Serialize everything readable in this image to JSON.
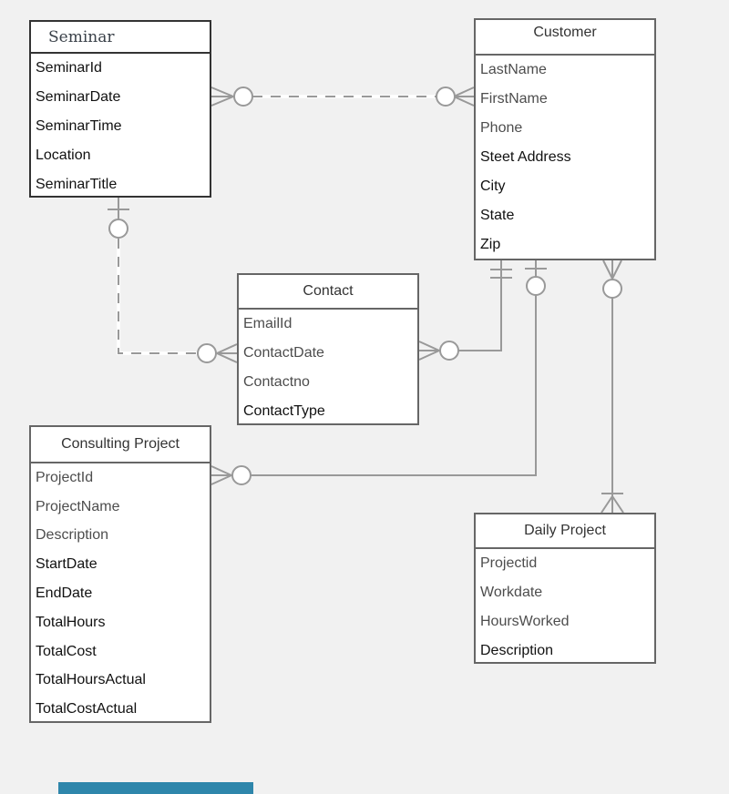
{
  "diagram": {
    "entities": [
      {
        "id": "seminar",
        "title": "Seminar",
        "fields": [
          {
            "label": "SeminarId"
          },
          {
            "label": "SeminarDate"
          },
          {
            "label": "SeminarTime"
          },
          {
            "label": "Location"
          },
          {
            "label": "SeminarTitle"
          }
        ]
      },
      {
        "id": "customer",
        "title": "Customer",
        "fields": [
          {
            "label": "LastName"
          },
          {
            "label": "FirstName"
          },
          {
            "label": "Phone"
          },
          {
            "label": "Steet Address"
          },
          {
            "label": "City"
          },
          {
            "label": "State"
          },
          {
            "label": "Zip"
          }
        ]
      },
      {
        "id": "contact",
        "title": "Contact",
        "fields": [
          {
            "label": "EmailId"
          },
          {
            "label": "ContactDate"
          },
          {
            "label": "Contactno"
          },
          {
            "label": "ContactType"
          }
        ]
      },
      {
        "id": "consulting-project",
        "title": "Consulting Project",
        "fields": [
          {
            "label": "ProjectId"
          },
          {
            "label": "ProjectName"
          },
          {
            "label": "Description"
          },
          {
            "label": "StartDate"
          },
          {
            "label": "EndDate"
          },
          {
            "label": "TotalHours"
          },
          {
            "label": "TotalCost"
          },
          {
            "label": "TotalHoursActual"
          },
          {
            "label": "TotalCostActual"
          }
        ]
      },
      {
        "id": "daily-project",
        "title": "Daily Project",
        "fields": [
          {
            "label": "Projectid"
          },
          {
            "label": "Workdate"
          },
          {
            "label": "HoursWorked"
          },
          {
            "label": "Description"
          }
        ]
      }
    ],
    "connectors": [
      {
        "name": "seminar-customer",
        "style": "dashed",
        "seminar_end": "zero-or-many",
        "customer_end": "zero-or-many"
      },
      {
        "name": "seminar-contact",
        "style": "dashed",
        "seminar_end": "zero-or-one",
        "contact_end": "zero-or-many"
      },
      {
        "name": "contact-customer",
        "style": "solid",
        "contact_end": "zero-or-many",
        "customer_end": "exactly-one"
      },
      {
        "name": "consulting-project-customer",
        "style": "solid",
        "consulting_project_end": "zero-or-many",
        "customer_end": "zero-or-one"
      },
      {
        "name": "customer-daily-project",
        "style": "solid",
        "customer_end": "zero-or-many",
        "daily_project_end": "one-or-many"
      }
    ],
    "colors": {
      "background": "#f1f1f1",
      "entity_fill": "#ffffff",
      "seminar_border": "#333333",
      "entity_border": "#666666",
      "connector": "#999999",
      "field_gray": "#4d4d4d",
      "field_black": "#111111",
      "scrollbar_thumb": "#2e86ab"
    }
  }
}
